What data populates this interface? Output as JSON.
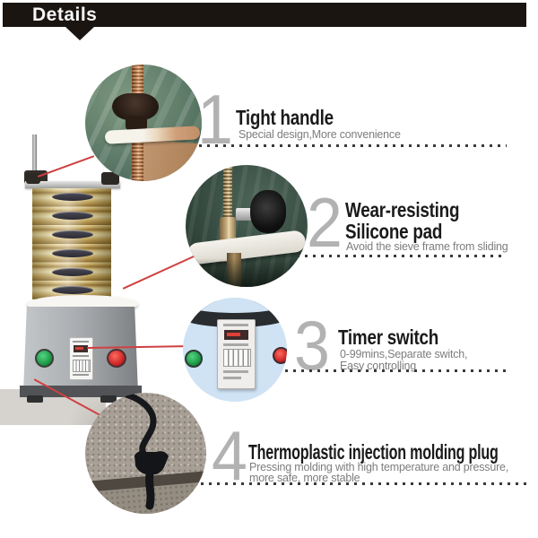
{
  "header": {
    "title": "Details"
  },
  "features": [
    {
      "number": "1",
      "title_lines": [
        "Tight handle"
      ],
      "desc_lines": [
        "Special design,More convenience"
      ]
    },
    {
      "number": "2",
      "title_lines": [
        "Wear-resisting",
        "Silicone pad"
      ],
      "desc_lines": [
        "Avoid the sieve frame from sliding"
      ]
    },
    {
      "number": "3",
      "title_lines": [
        "Timer switch"
      ],
      "desc_lines": [
        "0-99mins,Separate switch,",
        "Easy controlling"
      ]
    },
    {
      "number": "4",
      "title_lines": [
        "Thermoplastic injection molding plug"
      ],
      "desc_lines": [
        "Pressing molding with high temperature and pressure,",
        "more safe, more stable"
      ]
    }
  ],
  "colors": {
    "header_bg": "#1b1511",
    "callout_line": "#cf4141",
    "numeral": "#b2b2b2",
    "title_text": "#1a1a1a",
    "desc_text": "#7d7d7d",
    "dotted_line": "#3a3a3a",
    "timer_bg": "#cfe3f4",
    "button_green": "#1d9a47",
    "button_red": "#cd2727",
    "sieve_gold": "#cfb369"
  }
}
